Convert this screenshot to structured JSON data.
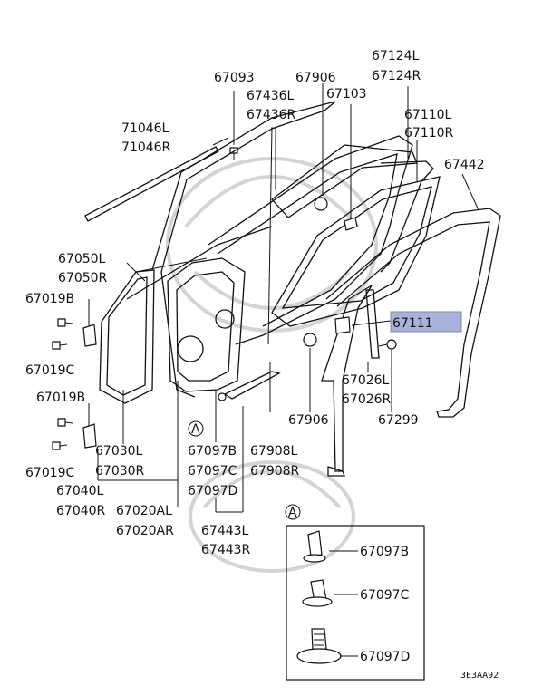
{
  "labels": {
    "p67093": "67093",
    "p67906_top": "67906",
    "p67103": "67103",
    "p67124L": "67124L",
    "p67124R": "67124R",
    "p67436L": "67436L",
    "p67436R": "67436R",
    "p67110L": "67110L",
    "p67110R": "67110R",
    "p71046L": "71046L",
    "p71046R": "71046R",
    "p67442": "67442",
    "p67050L": "67050L",
    "p67050R": "67050R",
    "p67019B_1": "67019B",
    "p67019C_1": "67019C",
    "p67111": "67111",
    "p67019B_2": "67019B",
    "p67026L": "67026L",
    "p67026R": "67026R",
    "p67906_bot": "67906",
    "p67299": "67299",
    "p67030L": "67030L",
    "p67030R": "67030R",
    "p67019C_2": "67019C",
    "p67097B": "67097B",
    "p67097C": "67097C",
    "p67097D": "67097D",
    "p67908L": "67908L",
    "p67908R": "67908R",
    "p67040L": "67040L",
    "p67040R": "67040R",
    "p67020AL": "67020AL",
    "p67020AR": "67020AR",
    "p67443L": "67443L",
    "p67443R": "67443R",
    "marker_a": "A",
    "detail_marker_a": "A",
    "detail_67097B": "67097B",
    "detail_67097C": "67097C",
    "detail_67097D": "67097D",
    "drawing_code": "3E3AA92"
  },
  "colors": {
    "highlight": "#a9b3d9",
    "highlight_border": "#7d89bb",
    "line": "#111111",
    "watermark": "#d4d4d4"
  },
  "highlighted_part": "67111"
}
